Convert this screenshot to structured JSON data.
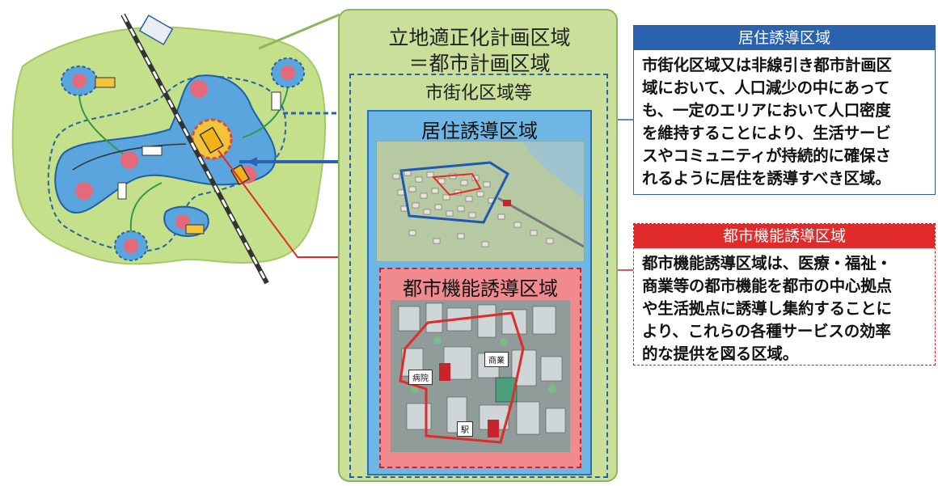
{
  "center": {
    "title_line1": "立地適正化計画区域",
    "title_line2": "＝都市計画区域",
    "urbanization_label": "市街化区域等",
    "residential_label": "居住誘導区域",
    "urban_function_label": "都市機能誘導区域",
    "tags": {
      "hospital": "病院",
      "commerce": "商業",
      "station": "駅"
    }
  },
  "residential_box": {
    "heading": "居住誘導区域",
    "lines": [
      "市街化区域又は非線引き都市計画区",
      "域において、人口減少の中にあって",
      "も、一定のエリアにおいて人口密度",
      "を維持することにより、生活サービ",
      "スやコミュニティが持続的に確保さ",
      "れるように居住を誘導すべき区域。"
    ]
  },
  "urban_box": {
    "heading": "都市機能誘導区域",
    "lines": [
      "都市機能誘導区域は、医療・福祉・",
      "商業等の都市機能を都市の中心拠点",
      "や生活拠点に誘導し集約することに",
      "より、これらの各種サービスの効率",
      "的な提供を図る区域。"
    ]
  },
  "colors": {
    "green_panel": "#c9df9a",
    "residential_blue": "#2a62b0",
    "urban_red": "#e12b2b"
  }
}
